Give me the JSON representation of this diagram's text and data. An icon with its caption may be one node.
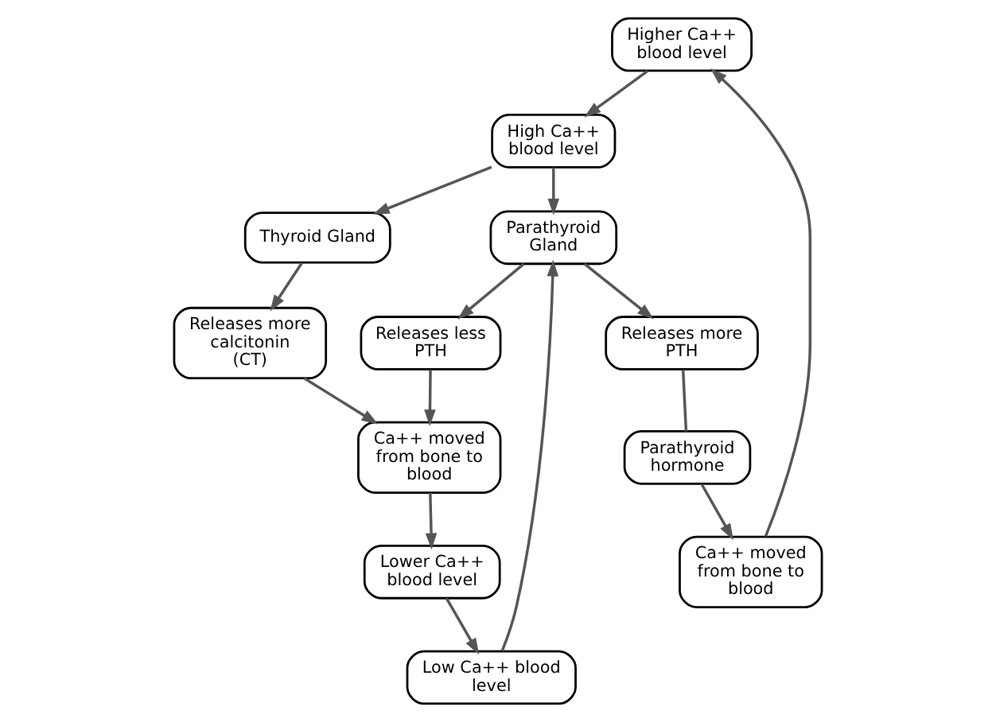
{
  "diagram": {
    "nodes": [
      {
        "text": [
          "Higher Ca++ blood level"
        ]
      },
      {
        "text": [
          "Low Ca++ blood level"
        ]
      },
      {
        "text": [
          "High Ca++ blood level"
        ]
      },
      {
        "text": [
          "Lower Ca++ blood level"
        ]
      },
      {
        "text": [
          "Parathyroid Gland"
        ]
      },
      {
        "text": [
          "Thyroid Gland"
        ]
      },
      {
        "text": [
          "Ca++ moved from bone to blood"
        ]
      },
      {
        "text": [
          "Releases more PTH"
        ]
      },
      {
        "text": [
          "Releases less PTH"
        ]
      },
      {
        "text": [
          "Releases more calcitonin (CT)"
        ]
      },
      {
        "text": [
          "Ca++ moved from bone to blood"
        ]
      },
      {
        "text": [
          "Parathyroid hormone"
        ]
      }
    ],
    "edges": [
      {
        "from": 0,
        "to": 2,
        "arrow": "to"
      },
      {
        "from": 3,
        "to": 1,
        "arrow": "to"
      },
      {
        "from": 1,
        "to": 4,
        "arrow": "to"
      },
      {
        "from": 2,
        "to": 4,
        "arrow": "to"
      },
      {
        "from": 2,
        "to": 5,
        "arrow": "to"
      },
      {
        "from": 4,
        "to": 7,
        "arrow": "to"
      },
      {
        "from": 4,
        "to": 8,
        "arrow": "to"
      },
      {
        "from": 5,
        "to": 9,
        "arrow": "to"
      },
      {
        "from": 7,
        "to": 11,
        "arrow": "none"
      },
      {
        "from": 11,
        "to": 6,
        "arrow": "to"
      },
      {
        "from": 6,
        "to": 0,
        "arrow": "to"
      },
      {
        "from": 8,
        "to": 10,
        "arrow": "to"
      },
      {
        "from": 9,
        "to": 10,
        "arrow": "to"
      },
      {
        "from": 10,
        "to": 3,
        "arrow": "to"
      }
    ]
  }
}
